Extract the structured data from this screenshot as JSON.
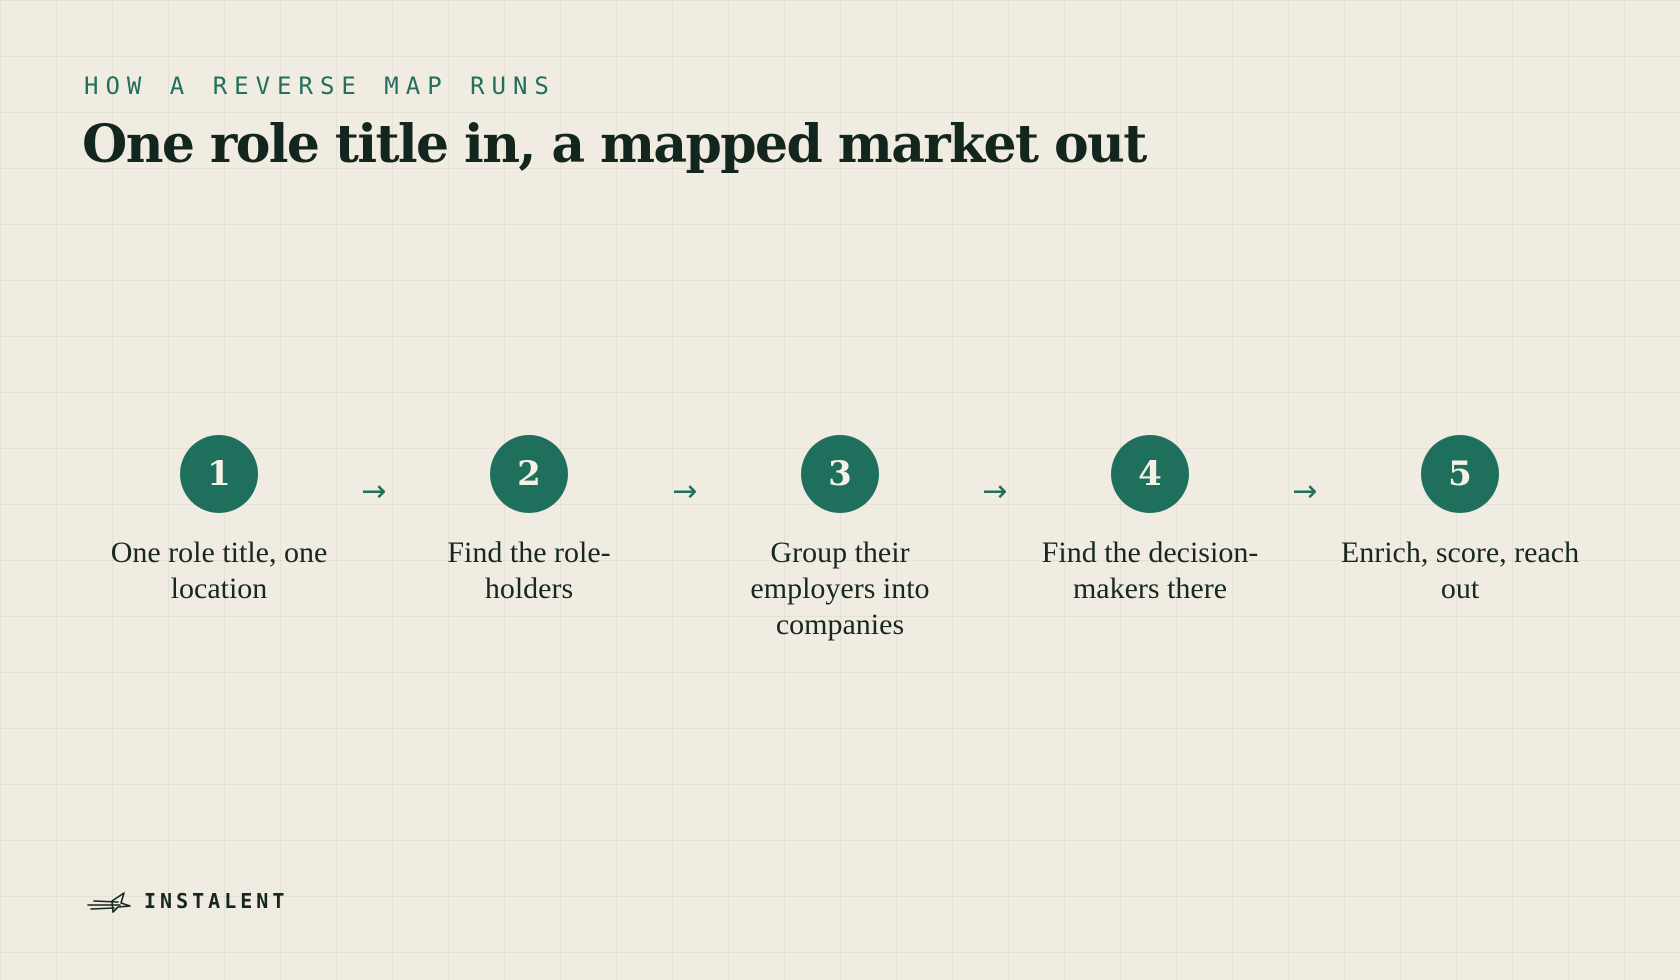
{
  "header": {
    "eyebrow": "HOW A REVERSE MAP RUNS",
    "title": "One role title in, a mapped market out"
  },
  "flow": {
    "steps": [
      {
        "number": "1",
        "label": "One role title, one location"
      },
      {
        "number": "2",
        "label": "Find the role-holders"
      },
      {
        "number": "3",
        "label": "Group their employers into companies"
      },
      {
        "number": "4",
        "label": "Find the decision-makers there"
      },
      {
        "number": "5",
        "label": "Enrich, score, reach out"
      }
    ],
    "arrows": [
      "→",
      "→",
      "→",
      "→"
    ]
  },
  "brand": {
    "name": "INSTALENT",
    "icon": "instalent-logo-icon"
  },
  "colors": {
    "background": "#f0ece1",
    "accent": "#1f6f5d",
    "text": "#16281f"
  }
}
